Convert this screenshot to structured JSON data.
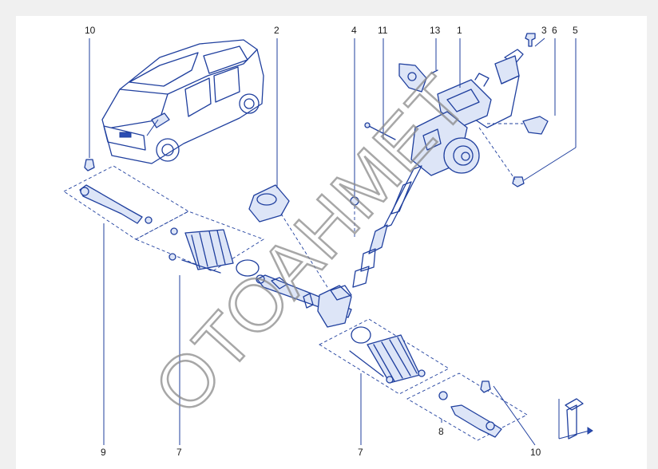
{
  "callouts": [
    {
      "id": "10a",
      "label": "10"
    },
    {
      "id": "2",
      "label": "2"
    },
    {
      "id": "4",
      "label": "4"
    },
    {
      "id": "11",
      "label": "11"
    },
    {
      "id": "13",
      "label": "13"
    },
    {
      "id": "1",
      "label": "1"
    },
    {
      "id": "3",
      "label": "3"
    },
    {
      "id": "6",
      "label": "6"
    },
    {
      "id": "5",
      "label": "5"
    },
    {
      "id": "9",
      "label": "9"
    },
    {
      "id": "7a",
      "label": "7"
    },
    {
      "id": "7b",
      "label": "7"
    },
    {
      "id": "8",
      "label": "8"
    },
    {
      "id": "10b",
      "label": "10"
    }
  ],
  "watermark": "ОТОАНМЕТ",
  "colors": {
    "line": "#1f3f9e",
    "fill": "#dde5f7",
    "watermark": "#8a8a8a"
  }
}
